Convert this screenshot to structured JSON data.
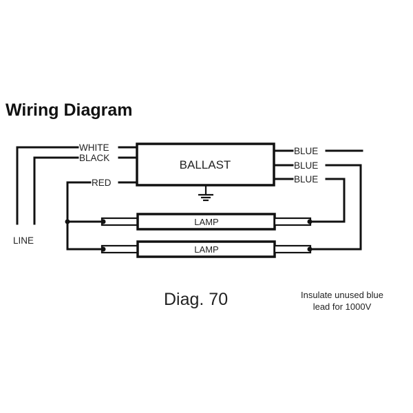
{
  "title": "Wiring Diagram",
  "ballast": {
    "label": "BALLAST"
  },
  "inputs": [
    {
      "label": "WHITE"
    },
    {
      "label": "BLACK"
    },
    {
      "label": "RED"
    }
  ],
  "outputs": [
    {
      "label": "BLUE"
    },
    {
      "label": "BLUE"
    },
    {
      "label": "BLUE"
    }
  ],
  "lamps": [
    {
      "label": "LAMP"
    },
    {
      "label": "LAMP"
    }
  ],
  "line_label": "LINE",
  "diagram_number": "Diag. 70",
  "note": {
    "line1": "Insulate unused blue",
    "line2": "lead for 1000V"
  },
  "ground_symbol": "ground-icon"
}
